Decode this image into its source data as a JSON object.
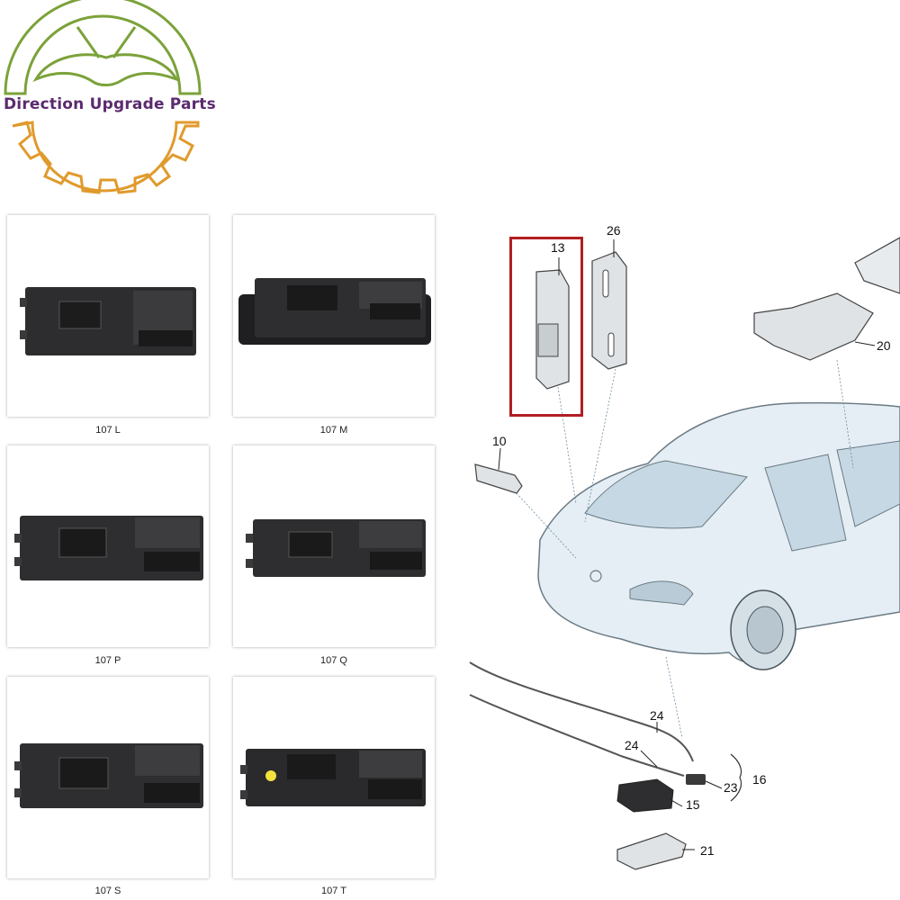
{
  "brand": {
    "name": "Direction Upgrade Parts",
    "colors": {
      "green": "#7ba23a",
      "orange": "#e09a2c",
      "purple": "#5b2a6e"
    }
  },
  "products": [
    {
      "caption": "107 L"
    },
    {
      "caption": "107 M"
    },
    {
      "caption": "107 P"
    },
    {
      "caption": "107 Q"
    },
    {
      "caption": "107 S"
    },
    {
      "caption": "107 T"
    }
  ],
  "diagram": {
    "callouts": [
      "13",
      "26",
      "20",
      "10",
      "24",
      "24",
      "16",
      "23",
      "15",
      "21"
    ],
    "highlight_color": "#b21e23"
  }
}
